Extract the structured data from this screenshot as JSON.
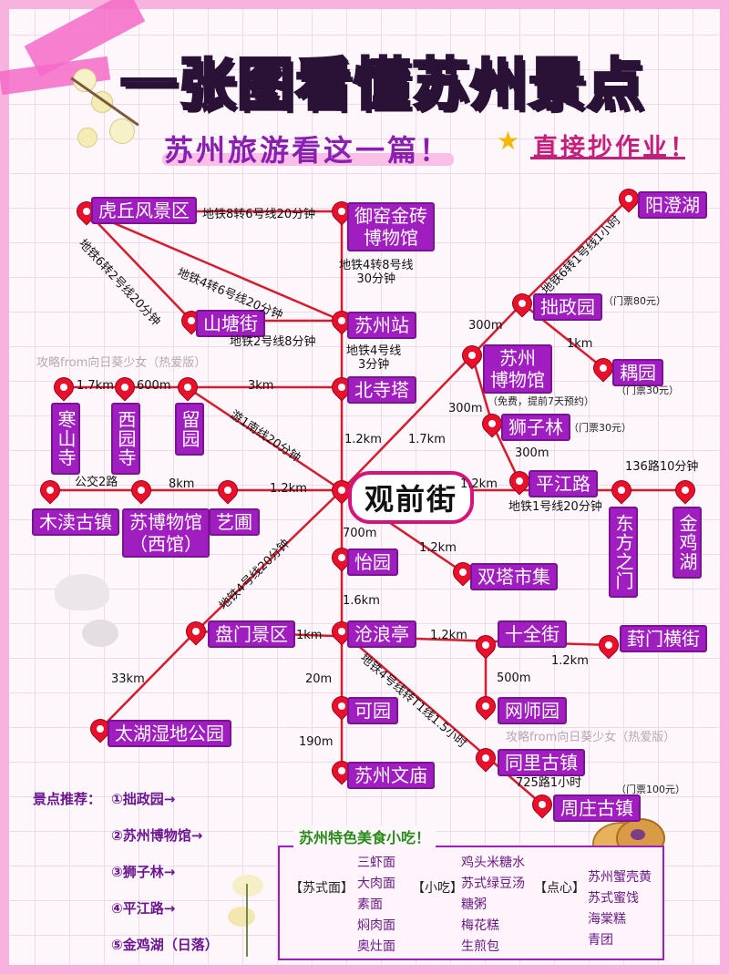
{
  "title": {
    "part1": "一张图看懂",
    "part2": "苏州景点"
  },
  "subtitle": "苏州旅游看这一篇！",
  "copy_homework": "直接抄作业！",
  "main_hub": "观前街",
  "places": {
    "huqiu": "虎丘风景区",
    "yuyao": "御窑金砖\n博物馆",
    "yangcheng": "阳澄湖",
    "zhuozheng": "拙政园",
    "shantang": "山塘街",
    "suzhou_station": "苏州站",
    "suzhou_museum": "苏州\n博物馆",
    "ouyuan": "耦园",
    "beisi": "北寺塔",
    "shizilin": "狮子林",
    "hanshan": "寒山寺",
    "xiyuan": "西园寺",
    "liuyuan": "留园",
    "pingjiang": "平江路",
    "mudu": "木渎古镇",
    "museum_west": "苏博物馆\n（西馆）",
    "yipu": "艺圃",
    "dongfang": "东方之门",
    "jinji": "金鸡湖",
    "yiyuan": "怡园",
    "shuangta": "双塔市集",
    "panmen": "盘门景区",
    "canglang": "沧浪亭",
    "shiquan": "十全街",
    "fengmen": "葑门横街",
    "wangshi": "网师园",
    "keyuan": "可园",
    "taihu": "太湖湿地公园",
    "tongli": "同里古镇",
    "wenmiao": "苏州文庙",
    "zhouzhuang": "周庄古镇"
  },
  "route_labels": {
    "huqiu_yuyao": "地铁8转6号线20分钟",
    "huqiu_station": "地铁4转6号线20分钟",
    "huqiu_shantang": "地铁6转2号线20分钟",
    "yuyao_station": "地铁4转8号线\n30分钟",
    "shantang_station": "地铁2号线8分钟",
    "station_beisi": "地铁4号线\n3分钟",
    "yangcheng_zhuozheng": "地铁6转1号线1小时",
    "zhuozheng_museum": "300m",
    "zhuozheng_ouyuan": "1km",
    "museum_shizilin": "300m",
    "shizilin_pingjiang": "300m",
    "hanshan_xiyuan": "1.7km",
    "xiyuan_liuyuan": "600m",
    "liuyuan_beisi": "3km",
    "beisi_guanqian": "1.2km",
    "liuyuan_guanqian": "游1南线20分钟",
    "museum_guanqian": "1.7km",
    "mudu_museumwest": "公交2路",
    "museumwest_yipu": "8km",
    "yipu_guanqian": "1.2km",
    "guanqian_pingjiang": "1.2km",
    "guanqian_dongfang": "地铁1号线20分钟",
    "dongfang_jinji": "136路10分钟",
    "guanqian_yiyuan": "700m",
    "guanqian_shuangta": "1.2km",
    "yiyuan_canglang": "1.6km",
    "guanqian_panmen": "地铁4号线20分钟",
    "panmen_canglang": "1km",
    "canglang_shiquan": "1.2km",
    "shiquan_fengmen": "1.2km",
    "shiquan_wangshi": "500m",
    "canglang_keyuan": "20m",
    "keyuan_wenmiao": "190m",
    "panmen_taihu": "33km",
    "canglang_tongli": "地铁4号线转T1线1.5小时",
    "tongli_zhouzhuang": "725路1小时"
  },
  "tickets": {
    "zhuozheng": "（门票80元）",
    "ouyuan": "（门票30元）",
    "museum": "（免费，提前7天预约）",
    "shizilin": "（门票30元）",
    "zhouzhuang": "（门票100元）"
  },
  "watermarks": [
    "攻略from向日葵少女（热爱版）",
    "攻略from向日葵少女（热爱版）"
  ],
  "recommendations": {
    "heading": "景点推荐：",
    "items": [
      "①拙政园→",
      "②苏州博物馆→",
      "③狮子林→",
      "④平江路→",
      "⑤金鸡湖（日落）"
    ]
  },
  "food": {
    "title": "苏州特色美食小吃！",
    "noodles_label": "【苏式面】",
    "noodles": [
      "三虾面",
      "大肉面",
      "素面",
      "焖肉面",
      "奥灶面"
    ],
    "snacks_label": "【小吃】",
    "snacks": [
      "鸡头米糖水",
      "苏式绿豆汤",
      "糖粥",
      "梅花糕",
      "生煎包"
    ],
    "pastry_label": "【点心】",
    "pastry": [
      "苏州蟹壳黄",
      "苏式蜜饯",
      "海棠糕",
      "青团"
    ]
  },
  "colors": {
    "route": "#d61c2c",
    "label_bg": "#a01ec0",
    "pin": "#e8102a",
    "border": "#f7b3de"
  }
}
